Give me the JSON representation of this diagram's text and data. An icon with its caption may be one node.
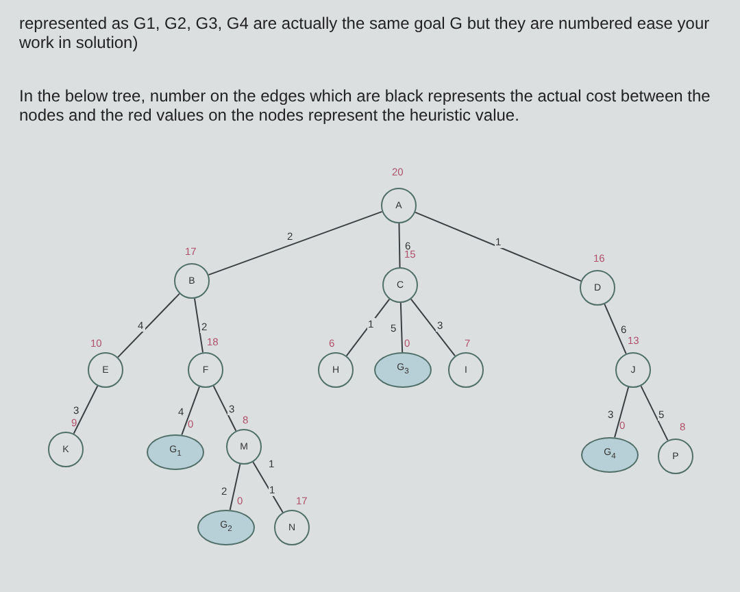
{
  "diagram": {
    "nodes": [
      {
        "text": [
          "A"
        ],
        "beside": [
          "20"
        ]
      },
      {
        "text": [
          "B"
        ],
        "beside": [
          "17"
        ]
      },
      {
        "text": [
          "C"
        ],
        "beside": [
          "15"
        ]
      },
      {
        "text": [
          "D"
        ],
        "beside": [
          "16"
        ]
      },
      {
        "text": [
          "E"
        ],
        "beside": [
          "10"
        ]
      },
      {
        "text": [
          "F"
        ],
        "beside": [
          "18"
        ]
      },
      {
        "text": [
          "H"
        ],
        "beside": [
          "6"
        ]
      },
      {
        "text": [
          "G$_{3}$"
        ],
        "beside": [
          "0"
        ]
      },
      {
        "text": [
          "I"
        ],
        "beside": [
          "7"
        ]
      },
      {
        "text": [
          "J"
        ],
        "beside": [
          "13"
        ]
      },
      {
        "text": [
          "K"
        ],
        "beside": [
          "9"
        ]
      },
      {
        "text": [
          "G$_{1}$"
        ],
        "beside": [
          "0"
        ]
      },
      {
        "text": [
          "M"
        ],
        "beside": [
          "8"
        ]
      },
      {
        "text": [
          "G$_{4}$"
        ],
        "beside": [
          "0"
        ]
      },
      {
        "text": [
          "P"
        ],
        "beside": [
          "8"
        ]
      },
      {
        "text": [
          "G$_{2}$"
        ],
        "beside": [
          "0"
        ]
      },
      {
        "text": [
          "N"
        ],
        "beside": [
          "17"
        ]
      }
    ],
    "edges": [
      {
        "from": 0,
        "to": 1,
        "arrow": "none",
        "label": "2"
      },
      {
        "from": 0,
        "to": 2,
        "arrow": "none",
        "label": "6"
      },
      {
        "from": 0,
        "to": 3,
        "arrow": "none",
        "label": "1"
      },
      {
        "from": 1,
        "to": 4,
        "arrow": "none",
        "label": "4"
      },
      {
        "from": 1,
        "to": 5,
        "arrow": "none",
        "label": "2"
      },
      {
        "from": 2,
        "to": 6,
        "arrow": "none",
        "label": "1"
      },
      {
        "from": 2,
        "to": 7,
        "arrow": "none",
        "label": "5"
      },
      {
        "from": 2,
        "to": 8,
        "arrow": "none",
        "label": "3"
      },
      {
        "from": 3,
        "to": 9,
        "arrow": "none",
        "label": "6"
      },
      {
        "from": 4,
        "to": 10,
        "arrow": "none",
        "label": "3"
      },
      {
        "from": 5,
        "to": 11,
        "arrow": "none",
        "label": "4"
      },
      {
        "from": 5,
        "to": 12,
        "arrow": "none",
        "label": "3"
      },
      {
        "from": 9,
        "to": 13,
        "arrow": "none",
        "label": "3"
      },
      {
        "from": 9,
        "to": 14,
        "arrow": "none",
        "label": "5"
      },
      {
        "from": 12,
        "to": 15,
        "arrow": "none",
        "label": "2"
      },
      {
        "from": 12,
        "to": 16,
        "arrow": "none",
        "label": "1"
      }
    ],
    "labels": [
      "represented as G1, G2, G3, G4 are actually the same goal G but they are numbered ease your work in solution)",
      "In the below tree, number on the edges which are black represents the actual cost between the nodes and the red values on the nodes represent the heuristic value.",
      "1"
    ]
  }
}
